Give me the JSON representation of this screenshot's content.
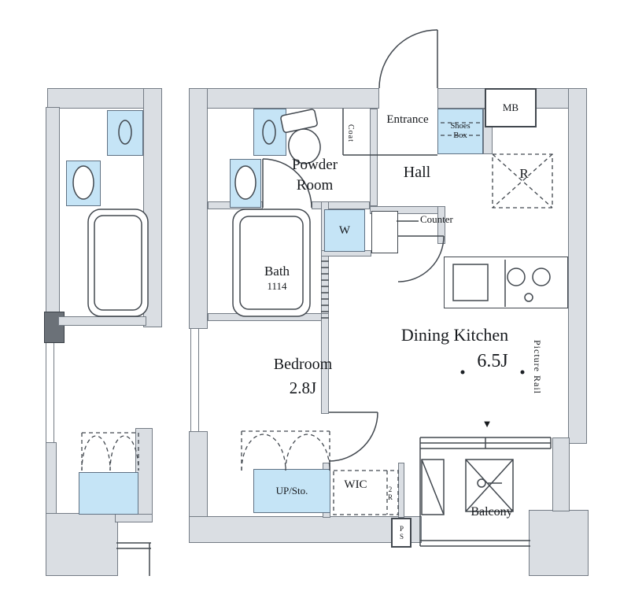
{
  "colors": {
    "wall_fill": "#dadee3",
    "wall_stroke": "#747c85",
    "fixture_fill": "#c5e4f6",
    "line": "#42484f",
    "text": "#16191d"
  },
  "labels": {
    "entrance": "Entrance",
    "shoes_line1": "Shoes",
    "shoes_line2": "Box",
    "mb": "MB",
    "coat": "Coat",
    "hall": "Hall",
    "powder_line1": "Powder",
    "powder_line2": "Room",
    "counter": "Counter",
    "washer": "W",
    "fridge": "R",
    "bath": "Bath",
    "bath_size": "1114",
    "dining_kitchen": "Dining Kitchen",
    "dining_kitchen_size": "6.5J",
    "picture_rail": "Picture Rail",
    "bedroom": "Bedroom",
    "bedroom_size": "2.8J",
    "storage": "UP/Sto.",
    "wic": "WIC",
    "wic_note": "2R",
    "ps": "PS",
    "balcony": "Balcony",
    "direction_marker": "▼"
  }
}
